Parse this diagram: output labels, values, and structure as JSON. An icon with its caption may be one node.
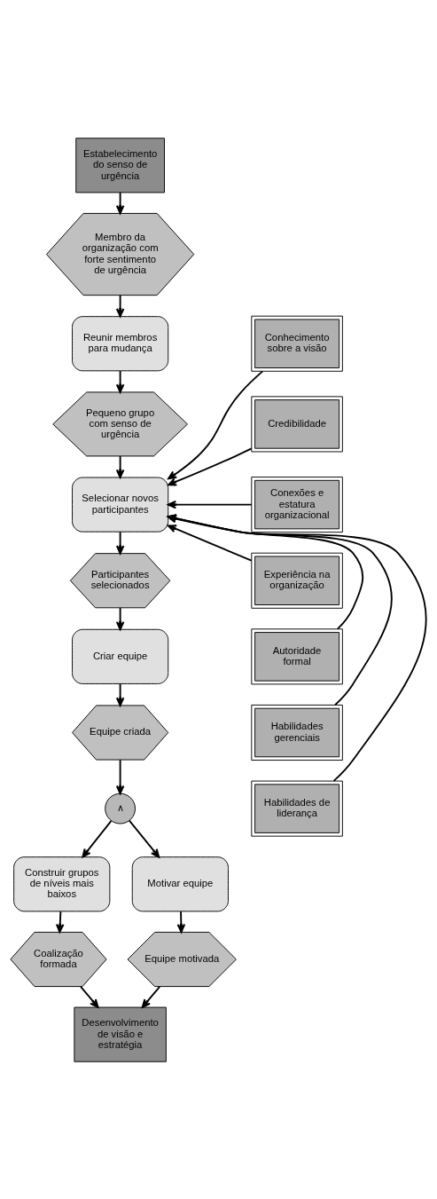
{
  "diagram": {
    "nodes": [
      {
        "text": [
          "Estabelecimento do senso de urgência"
        ]
      },
      {
        "text": [
          "Membro da organização com forte sentimento de urgência"
        ]
      },
      {
        "text": [
          "Reunir membros para mudança"
        ]
      },
      {
        "text": [
          "Pequeno grupo com senso de urgência"
        ]
      },
      {
        "text": [
          "Selecionar novos participantes"
        ]
      },
      {
        "text": [
          "Conhecimento sobre a visão"
        ]
      },
      {
        "text": [
          "Credibilidade"
        ]
      },
      {
        "text": [
          "Conexões e estatura organizacional"
        ]
      },
      {
        "text": [
          "Experiência na organização"
        ]
      },
      {
        "text": [
          "Autoridade formal"
        ]
      },
      {
        "text": [
          "Habilidades gerenciais"
        ]
      },
      {
        "text": [
          "Habilidades de liderança"
        ]
      },
      {
        "text": [
          "Participantes selecionados"
        ]
      },
      {
        "text": [
          "Criar equipe"
        ]
      },
      {
        "text": [
          "Equipe criada"
        ]
      },
      {
        "text": [
          "∧"
        ]
      },
      {
        "text": [
          "Construir grupos de níveis mais baixos"
        ]
      },
      {
        "text": [
          "Motivar equipe"
        ]
      },
      {
        "text": [
          "Coalização formada"
        ]
      },
      {
        "text": [
          "Equipe motivada"
        ]
      },
      {
        "text": [
          "Desenvolvimento de visão e estratégia"
        ]
      }
    ],
    "edges": [
      {
        "from": 0,
        "to": 1,
        "arrow": "to"
      },
      {
        "from": 1,
        "to": 2,
        "arrow": "to"
      },
      {
        "from": 2,
        "to": 3,
        "arrow": "to"
      },
      {
        "from": 3,
        "to": 4,
        "arrow": "to"
      },
      {
        "from": 5,
        "to": 4,
        "arrow": "to"
      },
      {
        "from": 6,
        "to": 4,
        "arrow": "to"
      },
      {
        "from": 7,
        "to": 4,
        "arrow": "to"
      },
      {
        "from": 8,
        "to": 4,
        "arrow": "to"
      },
      {
        "from": 9,
        "to": 4,
        "arrow": "to"
      },
      {
        "from": 10,
        "to": 4,
        "arrow": "to"
      },
      {
        "from": 11,
        "to": 4,
        "arrow": "to"
      },
      {
        "from": 4,
        "to": 12,
        "arrow": "to"
      },
      {
        "from": 12,
        "to": 13,
        "arrow": "to"
      },
      {
        "from": 13,
        "to": 14,
        "arrow": "to"
      },
      {
        "from": 14,
        "to": 15,
        "arrow": "to"
      },
      {
        "from": 15,
        "to": 16,
        "arrow": "to"
      },
      {
        "from": 15,
        "to": 17,
        "arrow": "to"
      },
      {
        "from": 16,
        "to": 18,
        "arrow": "to"
      },
      {
        "from": 17,
        "to": 19,
        "arrow": "to"
      },
      {
        "from": 18,
        "to": 20,
        "arrow": "to"
      },
      {
        "from": 19,
        "to": 20,
        "arrow": "to"
      }
    ]
  }
}
